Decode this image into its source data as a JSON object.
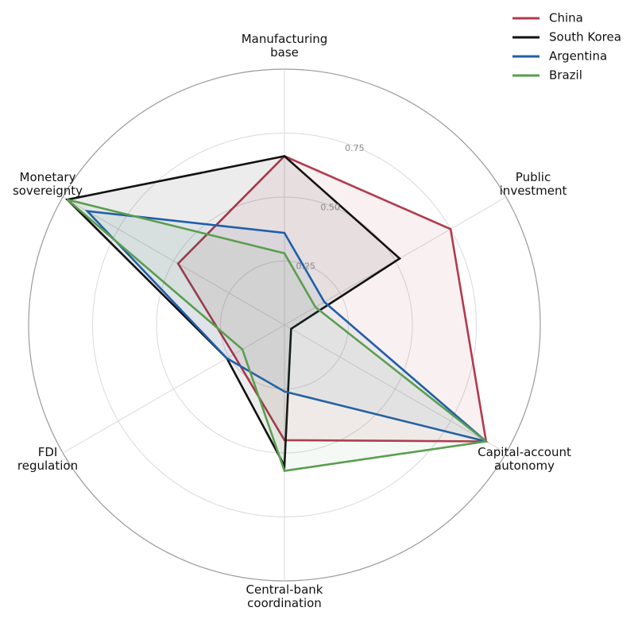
{
  "chart_data": {
    "type": "radar",
    "axes": [
      "Manufacturing\nbase",
      "Public\ninvestment",
      "Capital-account\nautonomy",
      "Central-bank\ncoordination",
      "FDI\nregulation",
      "Monetary\nsovereignty"
    ],
    "rlim": [
      0,
      1
    ],
    "rticks": [
      0.25,
      0.5,
      0.75
    ],
    "rtick_labels": [
      "0.25",
      "0.50",
      "0.75"
    ],
    "grid": true,
    "legend_position": "top-right",
    "series": [
      {
        "name": "China",
        "color": "#b23a4e",
        "fill_opacity": 0.08,
        "values": [
          0.66,
          0.75,
          0.91,
          0.45,
          0.23,
          0.48
        ]
      },
      {
        "name": "South Korea",
        "color": "#111111",
        "fill_opacity": 0.08,
        "values": [
          0.66,
          0.52,
          0.03,
          0.55,
          0.26,
          0.98
        ]
      },
      {
        "name": "Argentina",
        "color": "#1f5fa8",
        "fill_opacity": 0.06,
        "values": [
          0.36,
          0.18,
          0.91,
          0.26,
          0.26,
          0.89
        ]
      },
      {
        "name": "Brazil",
        "color": "#5a9e4f",
        "fill_opacity": 0.06,
        "values": [
          0.28,
          0.14,
          0.91,
          0.57,
          0.19,
          0.98
        ]
      }
    ]
  }
}
